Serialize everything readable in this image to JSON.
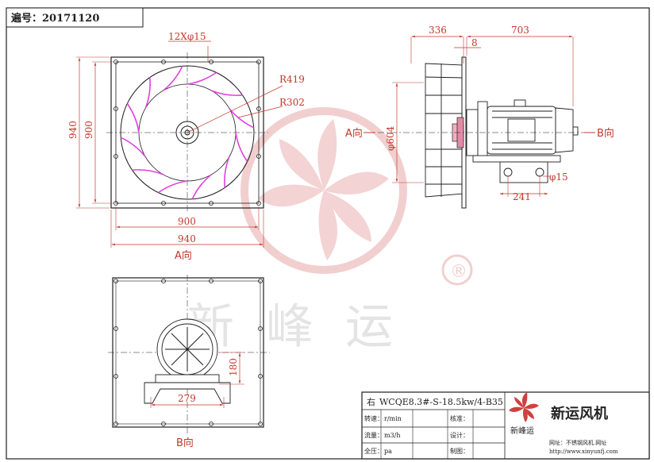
{
  "drawing_no": "遍号：20171120",
  "front_view": {
    "holes": "12Xφ15",
    "r_outer": "R419",
    "r_inner": "R302",
    "dim_900_v": "900",
    "dim_940_v": "940",
    "dim_900_h": "900",
    "dim_940_h": "940",
    "view_label": "A向"
  },
  "side_view": {
    "dim_336": "336",
    "dim_8": "8",
    "dim_703": "703",
    "dim_604": "φ604",
    "dim_241": "241",
    "dim_15": "φ15",
    "a_label": "A向",
    "b_label": "B向"
  },
  "bottom_view": {
    "dim_279": "279",
    "dim_180": "180",
    "view_label": "B向"
  },
  "watermark": {
    "text": "新峰运",
    "registered": "®"
  },
  "title_block": {
    "model_prefix": "右",
    "model": "WCQE8.3#-S-18.5kw/4-B35",
    "rows": [
      {
        "label": "转速：",
        "unit": "r/min",
        "right_label": "核准："
      },
      {
        "label": "流量：",
        "unit": "m3/h",
        "right_label": "设计："
      },
      {
        "label": "全压：",
        "unit": "pa",
        "right_label": "制图："
      }
    ],
    "logo_text": "新峰运",
    "company": "新运风机",
    "website_line": "网址：不锈钢风机.网址",
    "url": "http://www.xinyunfj.com"
  },
  "colors": {
    "line": "#1e1e1e",
    "dimension": "#c0392b",
    "blade": "#e040e0",
    "watermark": "#e8a8a8"
  }
}
